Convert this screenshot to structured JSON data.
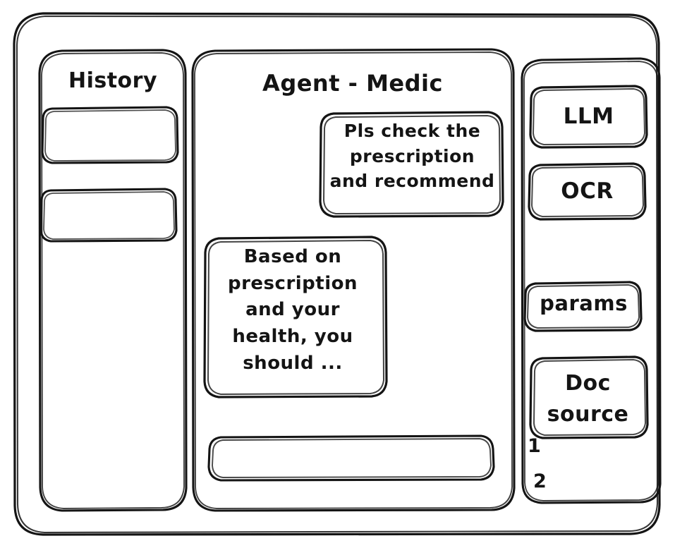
{
  "window": {
    "style": "hand-drawn-wireframe",
    "stroke_color": "#141414",
    "background_color": "#ffffff"
  },
  "sidebar_left": {
    "title": "History",
    "items": [
      {
        "label": "",
        "name": "history-item-1"
      },
      {
        "label": "",
        "name": "history-item-2"
      }
    ]
  },
  "main": {
    "title": "Agent - Medic",
    "messages": [
      {
        "role": "user",
        "text": "Pls check the\nprescription\nand recommend"
      },
      {
        "role": "assistant",
        "text": "Based on\nprescription\nand your\nhealth, you\nshould ..."
      }
    ],
    "composer": {
      "value": "",
      "placeholder": ""
    }
  },
  "sidebar_right": {
    "tools": [
      {
        "label": "LLM"
      },
      {
        "label": "OCR"
      },
      {
        "label": "params"
      },
      {
        "label": "Doc\nsource"
      }
    ],
    "notes": [
      {
        "label": "1"
      },
      {
        "label": "2"
      }
    ]
  }
}
